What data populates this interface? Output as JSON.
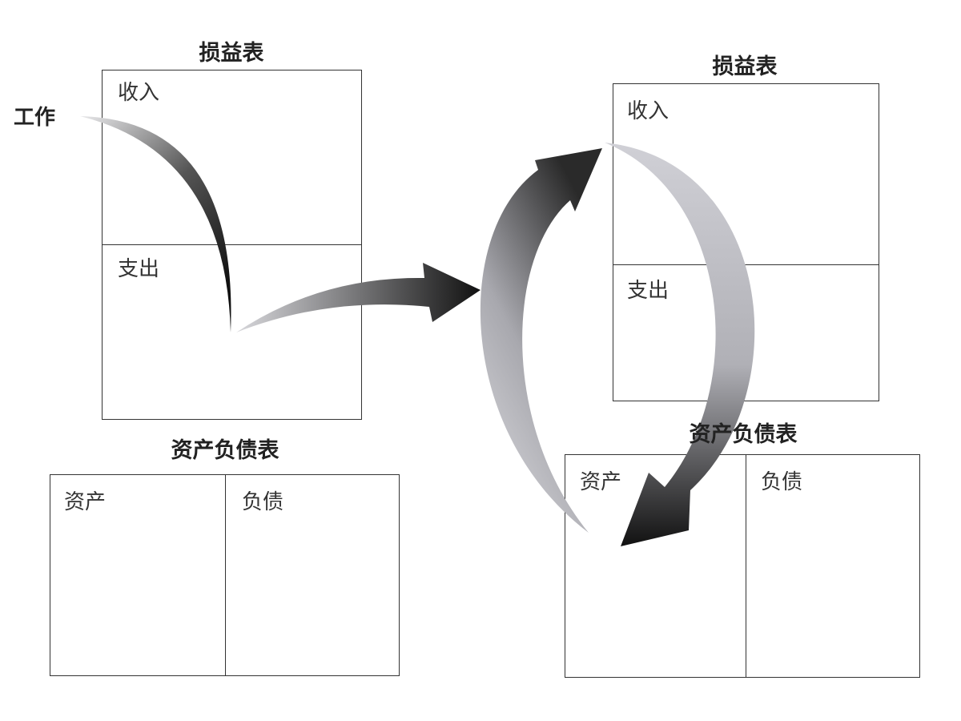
{
  "left": {
    "work_label": "工作",
    "income_statement": {
      "title": "损益表",
      "income": "收入",
      "expense": "支出"
    },
    "balance_sheet": {
      "title": "资产负债表",
      "assets": "资产",
      "liabilities": "负债"
    }
  },
  "right": {
    "income_statement": {
      "title": "损益表",
      "income": "收入",
      "expense": "支出"
    },
    "balance_sheet": {
      "title": "资产负债表",
      "assets": "资产",
      "liabilities": "负债"
    }
  },
  "colors": {
    "line": "#333333",
    "arrow_dark": "#1a1a1a",
    "arrow_light": "#c8c8cc"
  }
}
